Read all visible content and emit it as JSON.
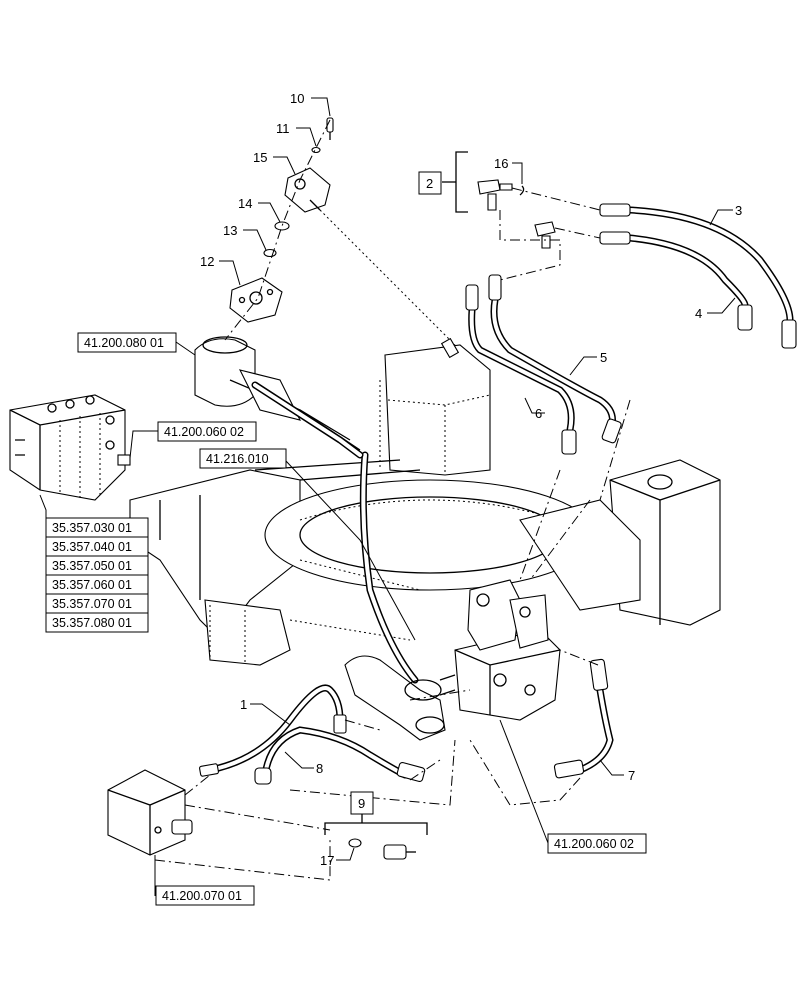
{
  "callouts": {
    "c1": "1",
    "c2": "2",
    "c3": "3",
    "c4": "4",
    "c5": "5",
    "c6": "6",
    "c7": "7",
    "c8": "8",
    "c9": "9",
    "c10": "10",
    "c11": "11",
    "c12": "12",
    "c13": "13",
    "c14": "14",
    "c15": "15",
    "c16": "16",
    "c17": "17"
  },
  "references": {
    "steering_valve": "41.200.080 01",
    "valve_block_left": "41.200.060 02",
    "steering_line": "41.216.010",
    "valve_block_right": "41.200.060 02",
    "pump_block": "41.200.070 01",
    "control_valve_list": [
      "35.357.030 01",
      "35.357.040 01",
      "35.357.050 01",
      "35.357.060 01",
      "35.357.070 01",
      "35.357.080 01"
    ]
  }
}
